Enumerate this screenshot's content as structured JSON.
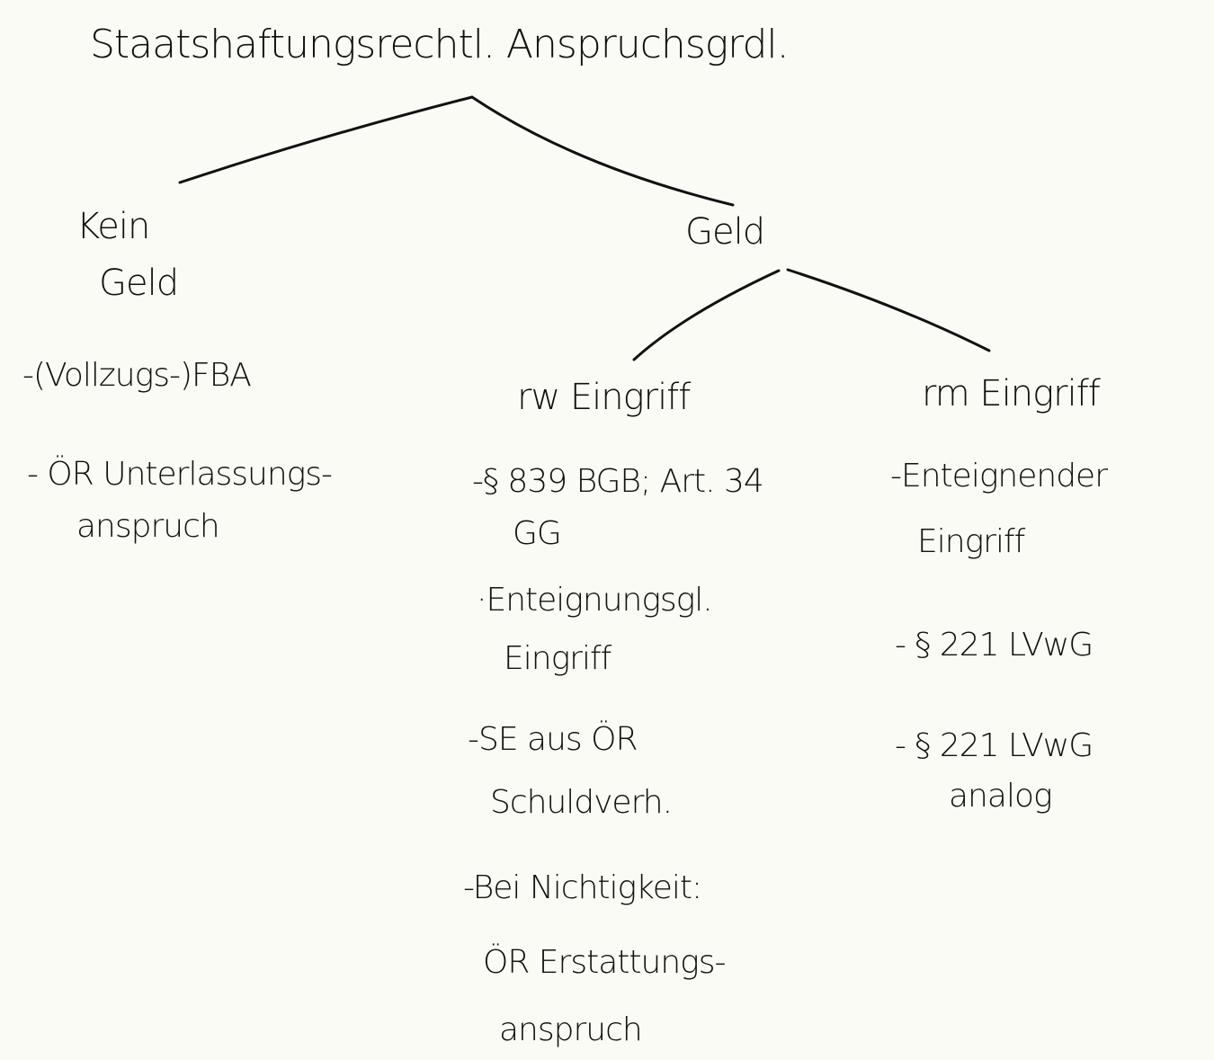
{
  "title": "Staatshaftungsrechtl. Anspruchsgrdl.",
  "branches": {
    "kein_geld": {
      "label": [
        "Kein",
        "Geld"
      ],
      "items": [
        [
          "-(Vollzugs-)FBA"
        ],
        [
          "- ÖR Unterlassungs-",
          "anspruch"
        ]
      ]
    },
    "geld": {
      "label": "Geld",
      "rw": {
        "label": "rw Eingriff",
        "items": [
          [
            "-§ 839 BGB; Art. 34",
            "GG"
          ],
          [
            "·Enteignungsgl.",
            "Eingriff"
          ],
          [
            "-SE aus ÖR",
            "Schuldverh."
          ],
          [
            "-Bei Nichtigkeit:",
            "ÖR Erstattungs-",
            "anspruch"
          ]
        ]
      },
      "rm": {
        "label": "rm Eingriff",
        "items": [
          [
            "-Enteignender",
            "Eingriff"
          ],
          [
            "- § 221 LVwG"
          ],
          [
            "- § 221 LVwG",
            "analog"
          ]
        ]
      }
    }
  }
}
